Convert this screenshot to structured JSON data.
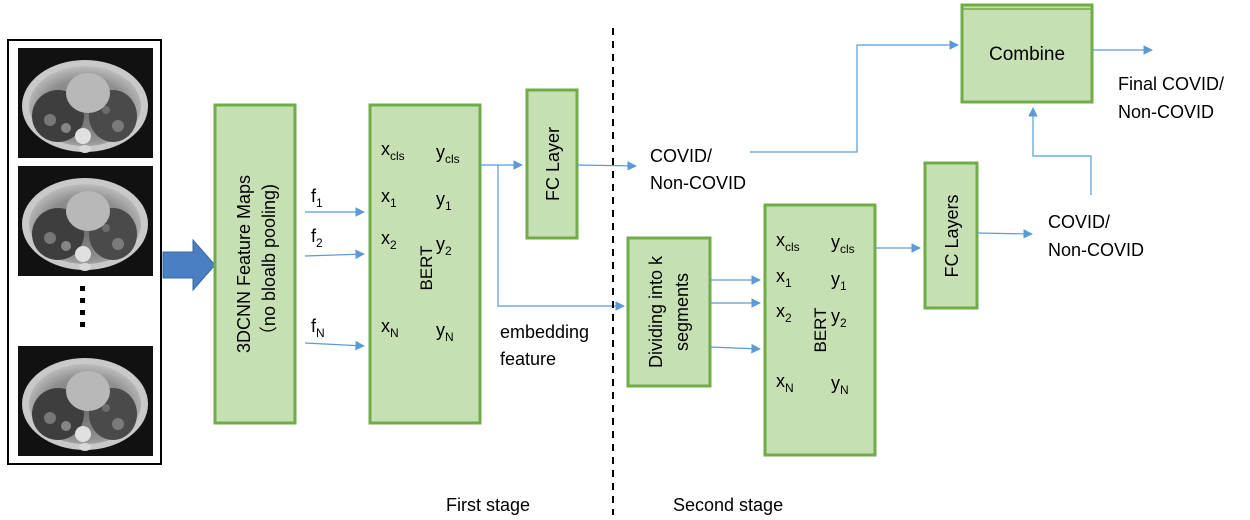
{
  "colors": {
    "box_fill": "#c6e0b4",
    "box_stroke": "#70ad47",
    "arrow": "#5b9bd5",
    "big_arrow": "#4a7fc1",
    "text": "#000000"
  },
  "input_panel": {
    "images": [
      "ct-slice-1",
      "ct-slice-2",
      "ct-slice-3"
    ],
    "ellipsis": "⋮"
  },
  "cnn_box": {
    "line1": "3DCNN Feature Maps",
    "line2": "（no bloalb pooling)"
  },
  "features": {
    "f1": {
      "base": "f",
      "sub": "1"
    },
    "f2": {
      "base": "f",
      "sub": "2"
    },
    "fN": {
      "base": "f",
      "sub": "N"
    }
  },
  "bert1": {
    "label": "BERT",
    "xcls": {
      "base": "x",
      "sub": "cls"
    },
    "ycls": {
      "base": "y",
      "sub": "cls"
    },
    "x1": {
      "base": "x",
      "sub": "1"
    },
    "y1": {
      "base": "y",
      "sub": "1"
    },
    "x2": {
      "base": "x",
      "sub": "2"
    },
    "y2": {
      "base": "y",
      "sub": "2"
    },
    "xN": {
      "base": "x",
      "sub": "N"
    },
    "yN": {
      "base": "y",
      "sub": "N"
    }
  },
  "fc1": {
    "label": "FC Layer"
  },
  "out1": {
    "line1": "COVID/",
    "line2": "Non-COVID"
  },
  "embedding": {
    "line1": "embedding",
    "line2": "feature"
  },
  "divide_box": {
    "line1": "Dividing into k",
    "line2": "segments"
  },
  "bert2": {
    "label": "BERT",
    "xcls": {
      "base": "x",
      "sub": "cls"
    },
    "ycls": {
      "base": "y",
      "sub": "cls"
    },
    "x1": {
      "base": "x",
      "sub": "1"
    },
    "y1": {
      "base": "y",
      "sub": "1"
    },
    "x2": {
      "base": "x",
      "sub": "2"
    },
    "y2": {
      "base": "y",
      "sub": "2"
    },
    "xN": {
      "base": "x",
      "sub": "N"
    },
    "yN": {
      "base": "y",
      "sub": "N"
    }
  },
  "fc2": {
    "label": "FC Layers"
  },
  "out2": {
    "line1": "COVID/",
    "line2": "Non-COVID"
  },
  "combine": {
    "label": "Combine"
  },
  "final": {
    "line1": "Final COVID/",
    "line2": "Non-COVID"
  },
  "stages": {
    "first": "First stage",
    "second": "Second stage"
  }
}
